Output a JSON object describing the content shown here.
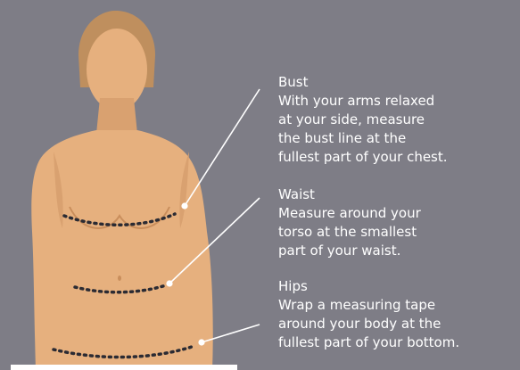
{
  "measurements": {
    "bust": {
      "title": "Bust",
      "lines": [
        "With your arms relaxed",
        "at your side, measure",
        "the bust line at the",
        "fullest part of your chest."
      ]
    },
    "waist": {
      "title": "Waist",
      "lines": [
        "Measure around your",
        "torso at the smallest",
        "part of your waist."
      ]
    },
    "hips": {
      "title": "Hips",
      "lines": [
        "Wrap a measuring tape",
        "around your body at the",
        "fullest part of your bottom."
      ]
    }
  },
  "colors": {
    "background": "#7e7d86",
    "skin": "#e6b07e",
    "skin_shadow": "#c98e5c",
    "hair": "#bf8f5e",
    "guide_line": "#ffffff",
    "dotted_line": "#2b2b33"
  }
}
